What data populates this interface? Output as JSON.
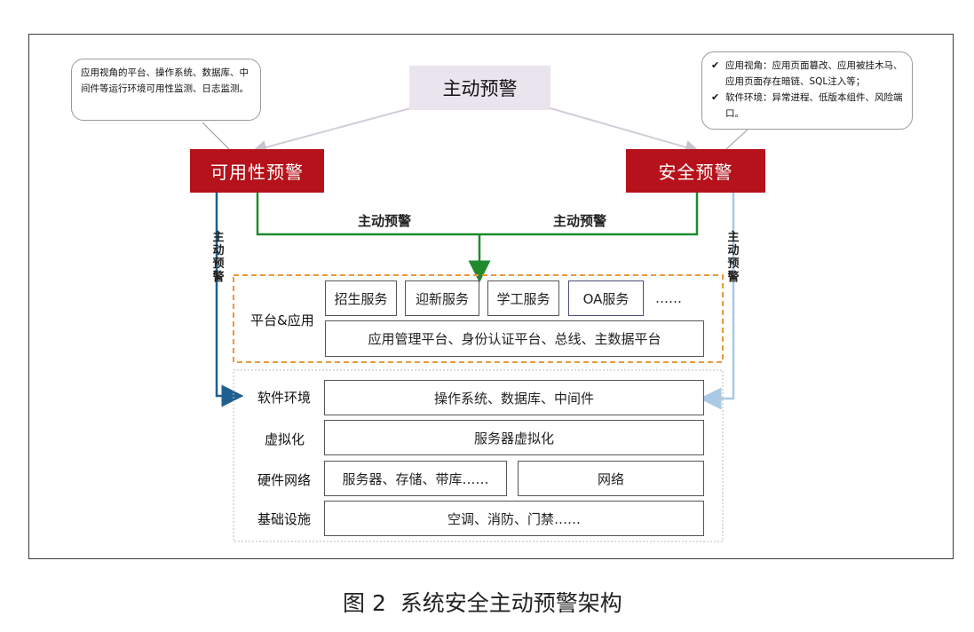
{
  "top_node": "主动预警",
  "left_node": "可用性预警",
  "right_node": "安全预警",
  "callout_left": "应用视角的平台、操作系统、数据库、中间件等运行环境可用性监测、日志监测。",
  "callout_right": [
    "应用视角：应用页面篡改、应用被挂木马、应用页面存在暗链、SQL注入等；",
    "软件环境：异常进程、低版本组件、风险端口。"
  ],
  "edge_labels": {
    "left_h": "主动预警",
    "right_h": "主动预警",
    "left_v": [
      "主",
      "动",
      "预",
      "警"
    ],
    "right_v": [
      "主",
      "动",
      "预",
      "警"
    ]
  },
  "platform_section": {
    "label": "平台&应用",
    "services": [
      "招生服务",
      "迎新服务",
      "学工服务",
      "OA服务",
      "……"
    ],
    "platform_bar": "应用管理平台、身份认证平台、总线、主数据平台"
  },
  "layers": {
    "software": {
      "label": "软件环境",
      "content": "操作系统、数据库、中间件"
    },
    "virtual": {
      "label": "虚拟化",
      "content": "服务器虚拟化"
    },
    "hardware": {
      "label": "硬件网络",
      "content_left": "服务器、存储、带库……",
      "content_right": "网络"
    },
    "infra": {
      "label": "基础设施",
      "content": "空调、消防、门禁……"
    }
  },
  "caption": "图 2  系统安全主动预警架构",
  "colors": {
    "red": "#b5121b",
    "green": "#1f8a2e",
    "blue": "#1f5f8f",
    "light_blue": "#a9c9e4",
    "orange": "#e99a3a",
    "top_fill": "#e9e4ee"
  }
}
